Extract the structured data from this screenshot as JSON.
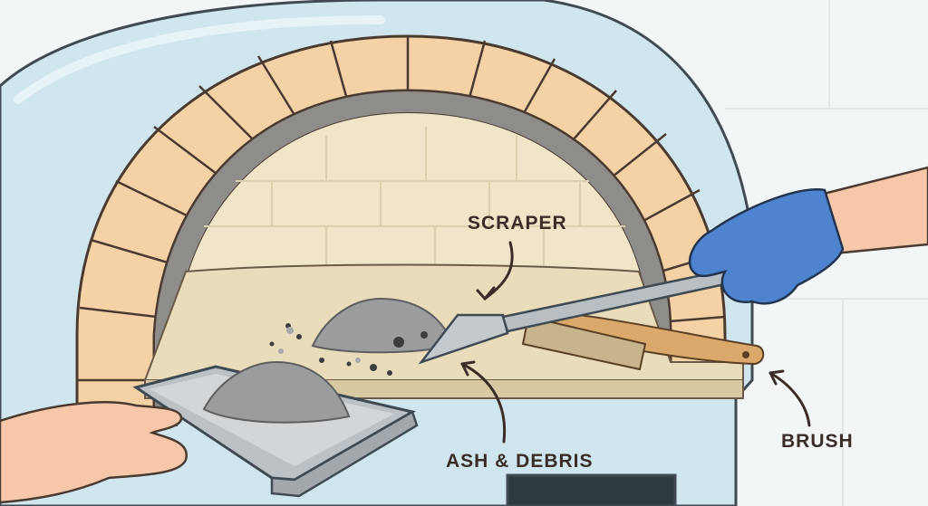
{
  "labels": {
    "scraper": "SCRAPER",
    "ash_debris": "ASH & DEBRIS",
    "brush": "BRUSH"
  },
  "colors": {
    "oven_body": "#cfe6ee",
    "brick_arch": "#f4d2a6",
    "oven_interior": "#f1e6cc",
    "ash": "#9a9c9e",
    "glove": "#4e84cf",
    "tool_metal": "#b9bec3",
    "brush_handle": "#d9a86a",
    "label_text": "#3a2d28"
  },
  "icons": [
    "scraper-tool",
    "wire-brush",
    "ash-pan",
    "gloved-hand",
    "bare-hand",
    "arrow-pointer"
  ]
}
